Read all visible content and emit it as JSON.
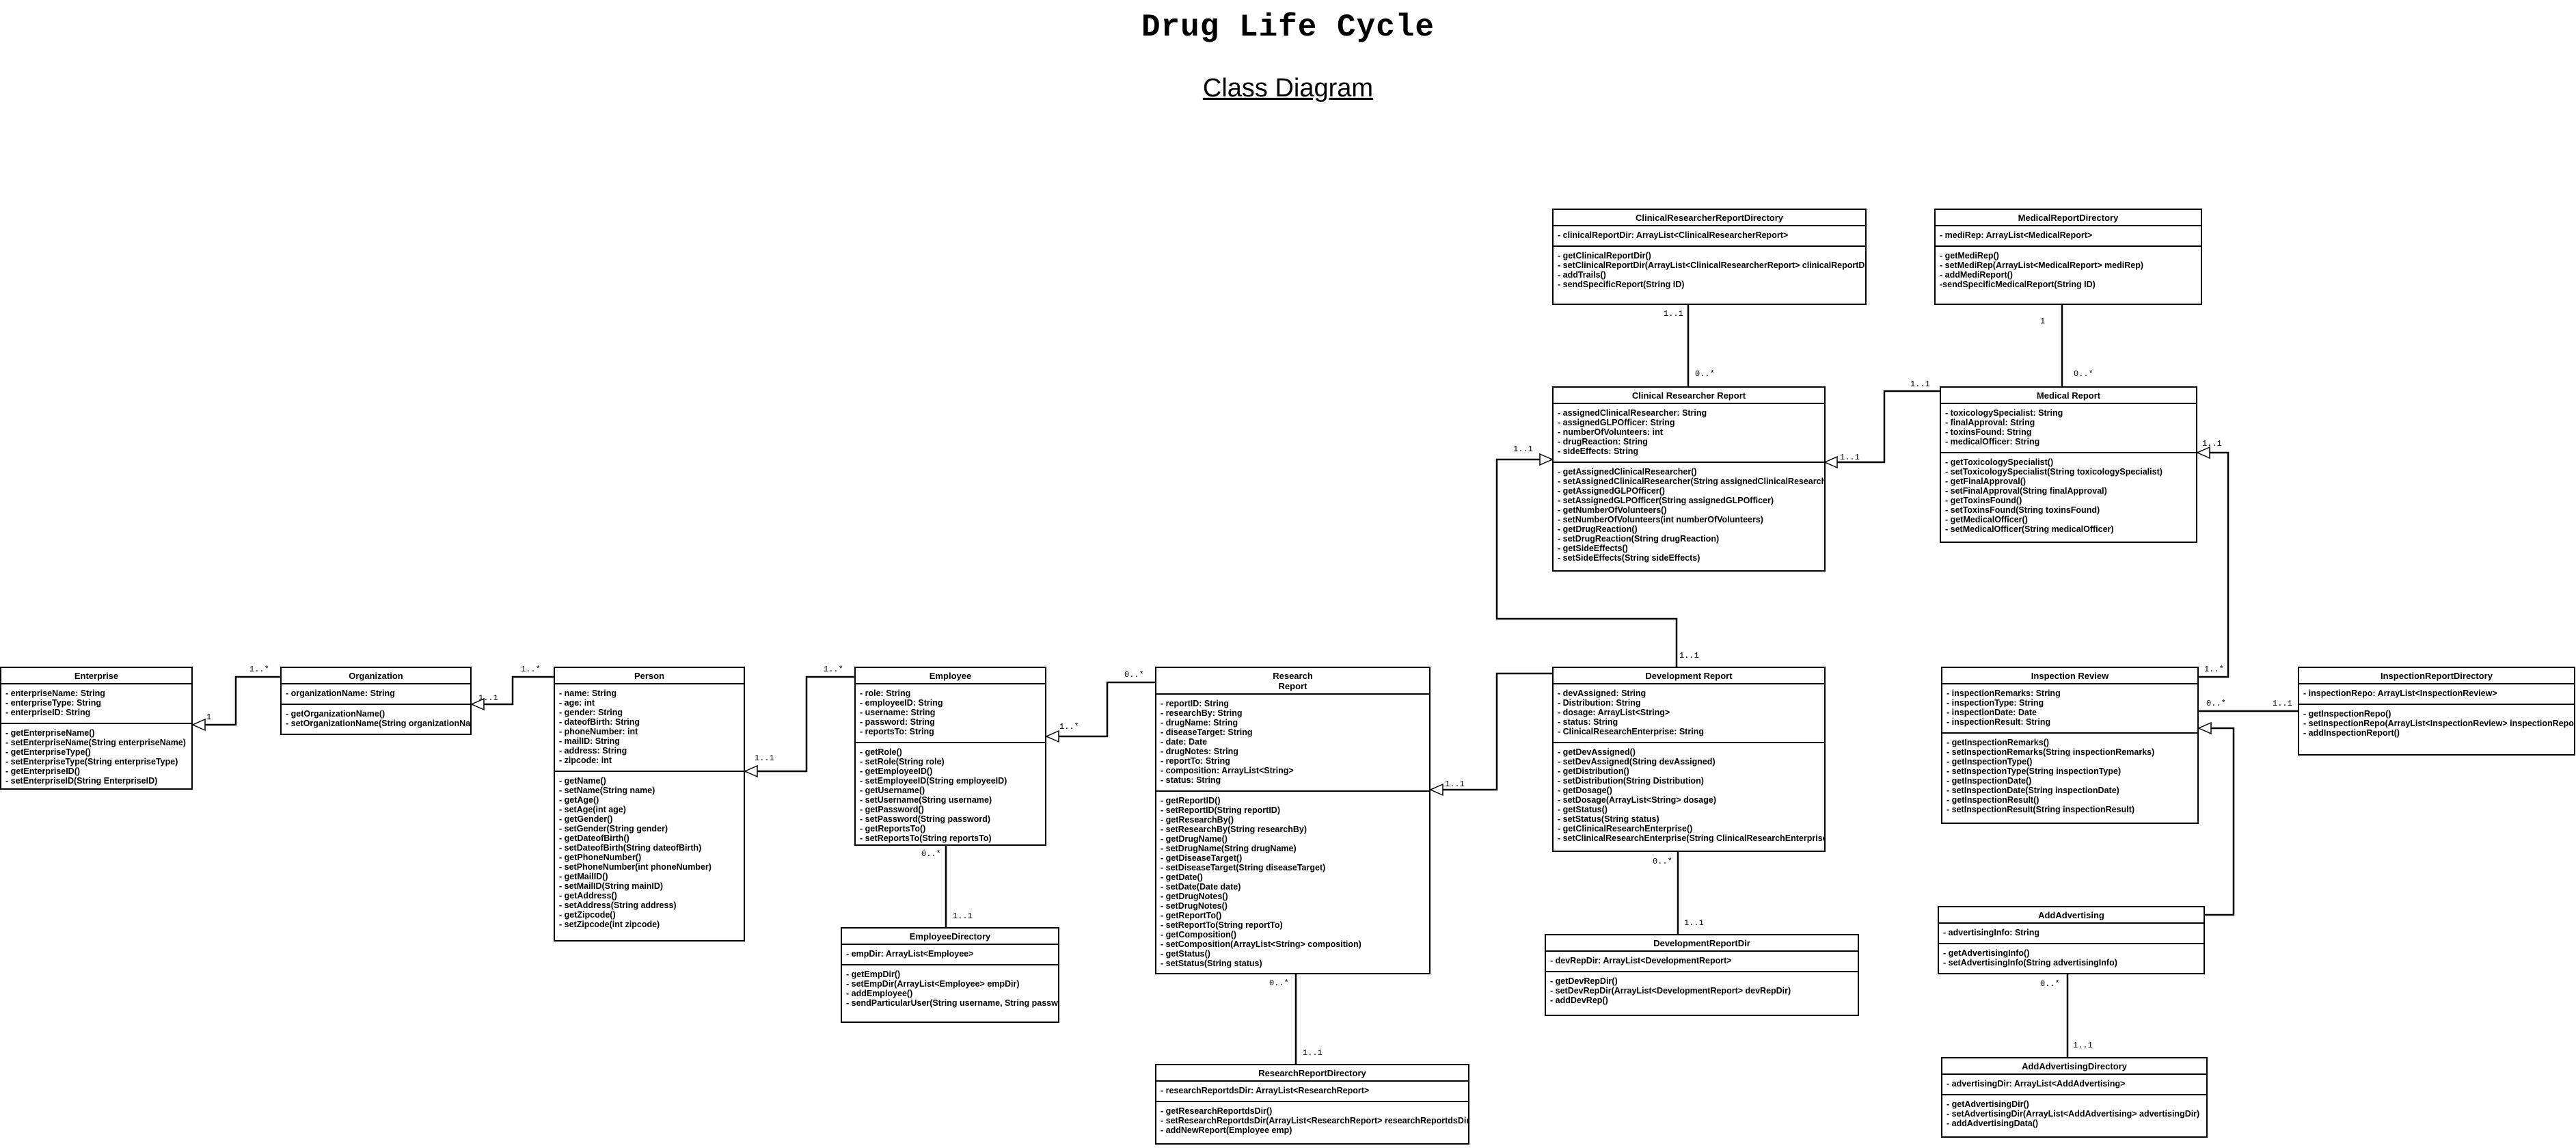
{
  "title": "Drug Life Cycle",
  "subtitle": "Class Diagram",
  "classes": {
    "enterprise": {
      "name": "Enterprise",
      "attributes": [
        "- enterpriseName: String",
        "- enterpriseType: String",
        "- enterpriseID: String"
      ],
      "operations": [
        "- getEnterpriseName()",
        "- setEnterpriseName(String enterpriseName)",
        "- getEnterpriseType()",
        "- setEnterpriseType(String enterpriseType)",
        "- getEnterpriseID()",
        "- setEnterpriseID(String EnterpriseID)"
      ]
    },
    "organization": {
      "name": "Organization",
      "attributes": [
        "- organizationName: String"
      ],
      "operations": [
        "- getOrganizationName()",
        "- setOrganizationName(String organizationName)"
      ]
    },
    "person": {
      "name": "Person",
      "attributes": [
        "- name: String",
        "- age: int",
        "- gender: String",
        "- dateofBirth: String",
        "- phoneNumber: int",
        "- mailID: String",
        "- address: String",
        "- zipcode: int"
      ],
      "operations": [
        "- getName()",
        "- setName(String name)",
        "- getAge()",
        "- setAge(int age)",
        "- getGender()",
        "- setGender(String gender)",
        "- getDateofBirth()",
        "- setDateofBirth(String dateofBirth)",
        "- getPhoneNumber()",
        "- setPhoneNumber(int phoneNumber)",
        "- getMailID()",
        "- setMailID(String mainID)",
        "- getAddress()",
        "- setAddress(String address)",
        "- getZipcode()",
        "- setZipcode(int zipcode)"
      ]
    },
    "employee": {
      "name": "Employee",
      "attributes": [
        "- role: String",
        "- employeeID: String",
        "- username: String",
        "- password: String",
        "- reportsTo: String"
      ],
      "operations": [
        "- getRole()",
        "- setRole(String role)",
        "- getEmployeeID()",
        "- setEmployeeID(String employeeID)",
        "- getUsername()",
        "- setUsername(String username)",
        "- getPassword()",
        "- setPassword(String password)",
        "- getReportsTo()",
        "- setReportsTo(String reportsTo)"
      ]
    },
    "employee_directory": {
      "name": "EmployeeDirectory",
      "attributes": [
        "- empDir: ArrayList<Employee>"
      ],
      "operations": [
        "- getEmpDir()",
        "- setEmpDir(ArrayList<Employee> empDir)",
        "- addEmployee()",
        "- sendParticularUser(String username, String password)"
      ]
    },
    "research_report": {
      "name_line1": "Research",
      "name_line2": "Report",
      "attributes": [
        "- reportID: String",
        "- researchBy: String",
        "- drugName: String",
        "- diseaseTarget: String",
        "- date: Date",
        "- drugNotes: String",
        "- reportTo: String",
        "- composition: ArrayList<String>",
        "- status: String"
      ],
      "operations": [
        "- getReportID()",
        "- setReportID(String reportID)",
        "- getResearchBy()",
        "- setResearchBy(String researchBy)",
        "- getDrugName()",
        "- setDrugName(String drugName)",
        "- getDiseaseTarget()",
        "- setDiseaseTarget(String diseaseTarget)",
        "- getDate()",
        "- setDate(Date date)",
        "- getDrugNotes()",
        "- setDrugNotes()",
        "- getReportTo()",
        "- setReportTo(String reportTo)",
        "- getComposition()",
        "- setComposition(ArrayList<String> composition)",
        "- getStatus()",
        "- setStatus(String status)"
      ]
    },
    "research_report_directory": {
      "name": "ResearchReportDirectory",
      "attributes": [
        "- researchReportdsDir: ArrayList<ResearchReport>"
      ],
      "operations": [
        "- getResearchReportdsDir()",
        "- setResearchReportdsDir(ArrayList<ResearchReport> researchReportdsDir)",
        "- addNewReport(Employee emp)"
      ]
    },
    "clinical_researcher_report_directory": {
      "name": "ClinicalResearcherReportDirectory",
      "attributes": [
        "- clinicalReportDir: ArrayList<ClinicalResearcherReport>"
      ],
      "operations": [
        "- getClinicalReportDir()",
        "- setClinicalReportDir(ArrayList<ClinicalResearcherReport> clinicalReportDir)",
        "- addTrails()",
        "- sendSpecificReport(String ID)"
      ]
    },
    "clinical_researcher_report": {
      "name": "Clinical Researcher Report",
      "attributes": [
        "- assignedClinicalResearcher: String",
        "- assignedGLPOfficer: String",
        "- numberOfVolunteers: int",
        "- drugReaction: String",
        "- sideEffects: String"
      ],
      "operations": [
        "- getAssignedClinicalResearcher()",
        "- setAssignedClinicalResearcher(String assignedClinicalResearcher)",
        "- getAssignedGLPOfficer()",
        "- setAssignedGLPOfficer(String assignedGLPOfficer)",
        "- getNumberOfVolunteers()",
        "- setNumberOfVolunteers(int numberOfVolunteers)",
        "- getDrugReaction()",
        "- setDrugReaction(String drugReaction)",
        "- getSideEffects()",
        "- setSideEffects(String sideEffects)"
      ]
    },
    "development_report": {
      "name": "Development Report",
      "attributes": [
        "- devAssigned: String",
        "- Distribution: String",
        "- dosage: ArrayList<String>",
        "- status: String",
        "- ClinicalResearchEnterprise: String"
      ],
      "operations": [
        "- getDevAssigned()",
        "- setDevAssigned(String devAssigned)",
        "- getDistribution()",
        "- setDistribution(String Distribution)",
        "- getDosage()",
        "- setDosage(ArrayList<String> dosage)",
        "- getStatus()",
        "- setStatus(String status)",
        "- getClinicalResearchEnterprise()",
        "- setClinicalResearchEnterprise(String ClinicalResearchEnterprise)"
      ]
    },
    "development_report_dir": {
      "name": "DevelopmentReportDir",
      "attributes": [
        "- devRepDir: ArrayList<DevelopmentReport>"
      ],
      "operations": [
        "- getDevRepDir()",
        "- setDevRepDir(ArrayList<DevelopmentReport> devRepDir)",
        "- addDevRep()"
      ]
    },
    "medical_report_directory": {
      "name": "MedicalReportDirectory",
      "attributes": [
        "- mediRep: ArrayList<MedicalReport>"
      ],
      "operations": [
        "- getMediRep()",
        "- setMediRep(ArrayList<MedicalReport> mediRep)",
        "- addMediReport()",
        "-sendSpecificMedicalReport(String ID)"
      ]
    },
    "medical_report": {
      "name": "Medical Report",
      "attributes": [
        "- toxicologySpecialist: String",
        "- finalApproval: String",
        "- toxinsFound: String",
        "- medicalOfficer: String"
      ],
      "operations": [
        "- getToxicologySpecialist()",
        "- setToxicologySpecialist(String toxicologySpecialist)",
        "- getFinalApproval()",
        "- setFinalApproval(String finalApproval)",
        "- getToxinsFound()",
        "- setToxinsFound(String toxinsFound)",
        "- getMedicalOfficer()",
        "- setMedicalOfficer(String medicalOfficer)"
      ]
    },
    "inspection_review": {
      "name": "Inspection Review",
      "attributes": [
        "- inspectionRemarks: String",
        "- inspectionType: String",
        "- inspectionDate: Date",
        "- inspectionResult: String"
      ],
      "operations": [
        "- getInspectionRemarks()",
        "- setInspectionRemarks(String inspectionRemarks)",
        "- getInspectionType()",
        "- setInspectionType(String inspectionType)",
        "- getInspectionDate()",
        "- setInspectionDate(String inspectionDate)",
        "- getInspectionResult()",
        "- setInspectionResult(String inspectionResult)"
      ]
    },
    "inspection_report_directory": {
      "name": "InspectionReportDirectory",
      "attributes": [
        "- inspectionRepo: ArrayList<InspectionReview>"
      ],
      "operations": [
        "- getInspectionRepo()",
        "- setInspectionRepo(ArrayList<InspectionReview> inspectionRepo)",
        "- addInspectionReport()"
      ]
    },
    "add_advertising": {
      "name": "AddAdvertising",
      "attributes": [
        "- advertisingInfo: String"
      ],
      "operations": [
        "- getAdvertisingInfo()",
        "- setAdvertisingInfo(String advertisingInfo)"
      ]
    },
    "add_advertising_directory": {
      "name": "AddAdvertisingDirectory",
      "attributes": [
        "- advertisingDir: ArrayList<AddAdvertising>"
      ],
      "operations": [
        "- getAdvertisingDir()",
        "- setAdvertisingDir(ArrayList<AddAdvertising> advertisingDir)",
        "- addAdvertisingData()"
      ]
    }
  },
  "multiplicities": {
    "ent_org_near_org": "1..*",
    "ent_org_near_ent": "1",
    "org_person_near_person": "1..*",
    "org_person_near_org": "1..1",
    "person_emp_near_emp": "1..*",
    "person_emp_near_person": "1..1",
    "emp_research_near_research": "0..*",
    "emp_research_near_emp": "1..*",
    "emp_empdir_near_emp": "0..*",
    "emp_empdir_near_dir": "1..1",
    "research_dir_near_research": "0..*",
    "research_dir_near_dir": "1..1",
    "research_dev_near_dev": "1..1",
    "crdir_cr_near_dir": "1..1",
    "crdir_cr_near_cr": "0..*",
    "dev_cr_near_cr": "1..1",
    "dev_cr_near_dev": "1..1",
    "med_cr_near_med": "1..1",
    "med_cr_near_cr": "1..1",
    "meddir_med_near_dir": "1",
    "meddir_med_near_med": "0..*",
    "insp_med_near_med": "1..1",
    "insp_med_near_insp": "1..*",
    "dev_devdir_near_dev": "0..*",
    "dev_devdir_near_dir": "1..1",
    "insp_inspdir_near_insp": "0..*",
    "insp_inspdir_near_dir": "1..1",
    "adv_advdir_near_adv": "0..*",
    "adv_advdir_near_dir": "1..1"
  }
}
